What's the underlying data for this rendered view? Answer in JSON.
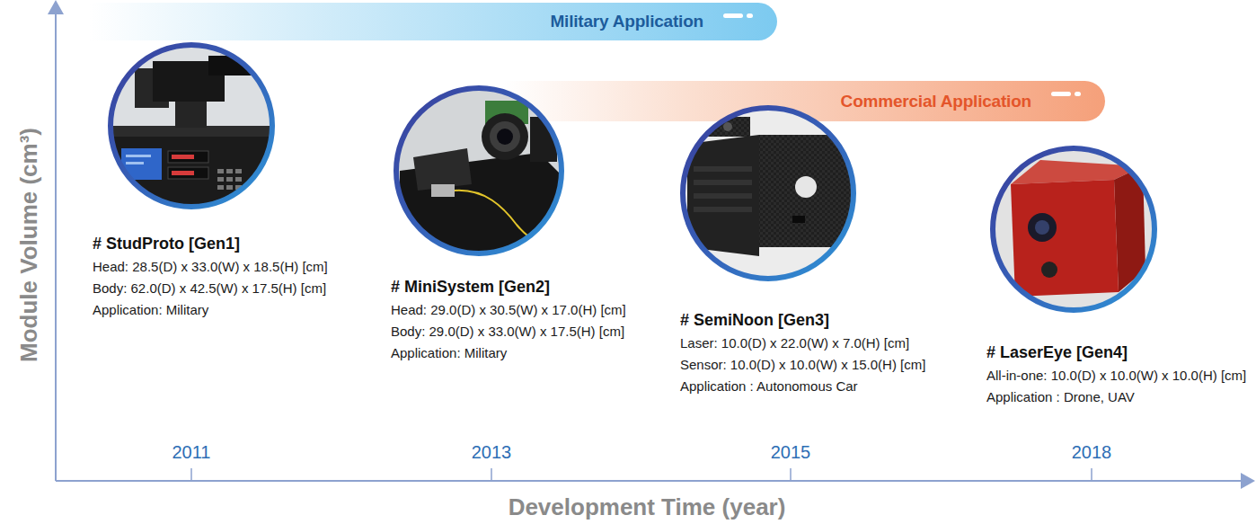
{
  "diagram": {
    "nodes": [
      {
        "text": [
          "Military Application"
        ]
      },
      {
        "text": [
          "Commercial Application"
        ]
      },
      {
        "text": [
          "# StudProto [Gen1]",
          "Head: 28.5(D) x 33.0(W) x 18.5(H) [cm]",
          "Body: 62.0(D) x 42.5(W) x 17.5(H) [cm]",
          "Application: Military"
        ]
      },
      {
        "text": [
          "# MiniSystem [Gen2]",
          "Head: 29.0(D) x 30.5(W) x 17.0(H) [cm]",
          "Body: 29.0(D) x 33.0(W) x 17.5(H) [cm]",
          "Application: Military"
        ]
      },
      {
        "text": [
          "# SemiNoon [Gen3]",
          "Laser: 10.0(D) x 22.0(W) x 7.0(H) [cm]",
          "Sensor: 10.0(D) x 10.0(W) x 15.0(H) [cm]",
          "Application : Autonomous Car"
        ]
      },
      {
        "text": [
          "# LaserEye [Gen4]",
          "All-in-one: 10.0(D) x 10.0(W) x 10.0(H) [cm]",
          "Application : Drone, UAV"
        ]
      }
    ],
    "labels": [
      "Module Volume (cm³)",
      "2011",
      "2013",
      "2015",
      "2018",
      "Development Time (year)"
    ]
  }
}
